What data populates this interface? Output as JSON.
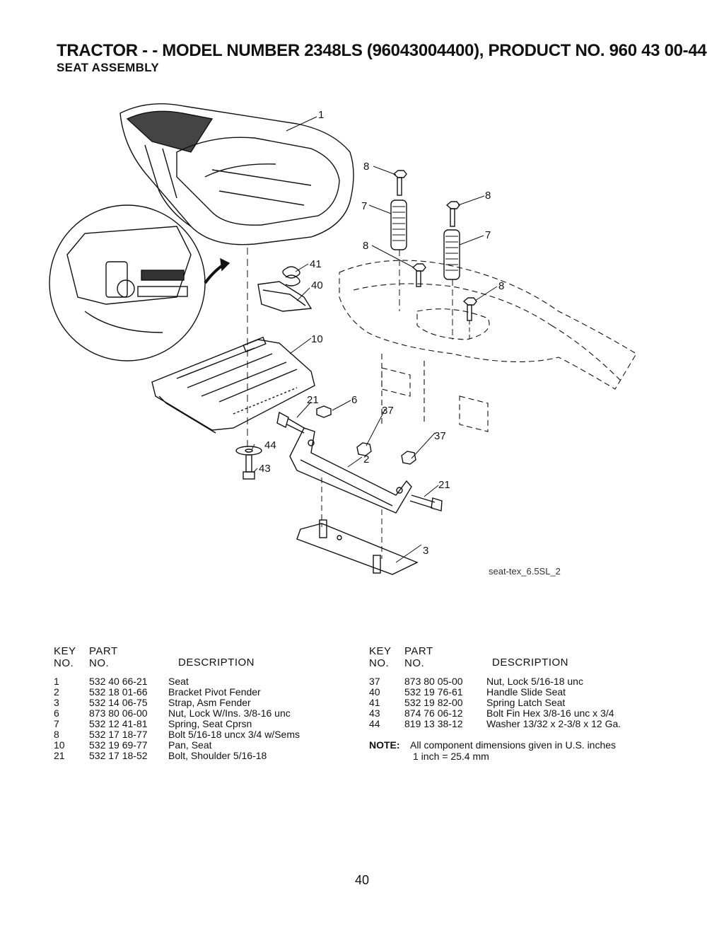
{
  "header": {
    "title": "TRACTOR - - MODEL NUMBER 2348LS (96043004400), PRODUCT NO. 960 43 00-44",
    "subtitle": "SEAT ASSEMBLY"
  },
  "diagram": {
    "callouts": [
      "1",
      "8",
      "8",
      "7",
      "7",
      "8",
      "8",
      "41",
      "40",
      "10",
      "21",
      "6",
      "37",
      "37",
      "44",
      "43",
      "2",
      "21",
      "3"
    ],
    "caption": "seat-tex_6.5SL_2"
  },
  "table_headers": {
    "key_line1": "KEY",
    "key_line2": "NO.",
    "part_line1": "PART",
    "part_line2": "NO.",
    "description": "DESCRIPTION"
  },
  "parts_left": [
    {
      "key": "1",
      "part": "532 40 66-21",
      "desc": "Seat"
    },
    {
      "key": "2",
      "part": "532 18 01-66",
      "desc": "Bracket Pivot Fender"
    },
    {
      "key": "3",
      "part": "532 14 06-75",
      "desc": "Strap, Asm Fender"
    },
    {
      "key": "6",
      "part": "873 80 06-00",
      "desc": "Nut, Lock W/Ins. 3/8-16 unc"
    },
    {
      "key": "7",
      "part": "532 12 41-81",
      "desc": "Spring, Seat Cprsn"
    },
    {
      "key": "8",
      "part": "532 17 18-77",
      "desc": "Bolt 5/16-18 uncx 3/4 w/Sems"
    },
    {
      "key": "10",
      "part": "532 19 69-77",
      "desc": "Pan, Seat"
    },
    {
      "key": "21",
      "part": "532 17 18-52",
      "desc": "Bolt, Shoulder 5/16-18"
    }
  ],
  "parts_right": [
    {
      "key": "37",
      "part": "873 80 05-00",
      "desc": "Nut, Lock 5/16-18 unc"
    },
    {
      "key": "40",
      "part": "532 19 76-61",
      "desc": "Handle Slide Seat"
    },
    {
      "key": "41",
      "part": "532 19 82-00",
      "desc": "Spring Latch Seat"
    },
    {
      "key": "43",
      "part": "874 76 06-12",
      "desc": "Bolt Fin Hex 3/8-16 unc x 3/4"
    },
    {
      "key": "44",
      "part": "819 13 38-12",
      "desc": "Washer 13/32 x 2-3/8 x 12 Ga."
    }
  ],
  "note": {
    "label": "NOTE:",
    "line1": "All component dimensions given in U.S. inches",
    "line2": "1 inch = 25.4 mm"
  },
  "page_number": "40"
}
